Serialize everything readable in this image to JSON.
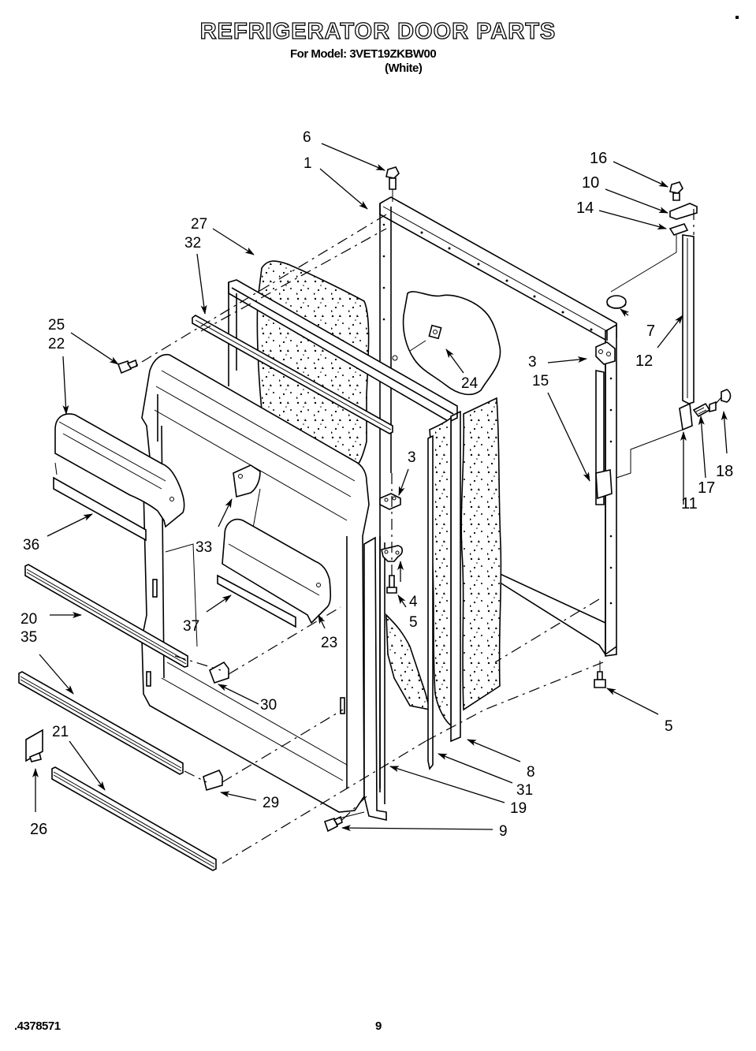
{
  "header": {
    "title": "REFRIGERATOR DOOR PARTS",
    "model_line": "For Model: 3VET19ZKBW00",
    "color_note": "(White)"
  },
  "footer": {
    "document_number": ".4378571",
    "page_number": "9"
  },
  "diagram": {
    "description": "Exploded view of refrigerator door assembly",
    "callouts": [
      {
        "id": "c6",
        "label": "6"
      },
      {
        "id": "c1",
        "label": "1"
      },
      {
        "id": "c16",
        "label": "16"
      },
      {
        "id": "c10",
        "label": "10"
      },
      {
        "id": "c14",
        "label": "14"
      },
      {
        "id": "c27",
        "label": "27"
      },
      {
        "id": "c32",
        "label": "32"
      },
      {
        "id": "c7",
        "label": "7"
      },
      {
        "id": "c12",
        "label": "12"
      },
      {
        "id": "c25",
        "label": "25"
      },
      {
        "id": "c22",
        "label": "22"
      },
      {
        "id": "c24",
        "label": "24"
      },
      {
        "id": "c3a",
        "label": "3"
      },
      {
        "id": "c15",
        "label": "15"
      },
      {
        "id": "c18",
        "label": "18"
      },
      {
        "id": "c17",
        "label": "17"
      },
      {
        "id": "c11",
        "label": "11"
      },
      {
        "id": "c3b",
        "label": "3"
      },
      {
        "id": "c36",
        "label": "36"
      },
      {
        "id": "c33",
        "label": "33"
      },
      {
        "id": "c4",
        "label": "4"
      },
      {
        "id": "c5a",
        "label": "5"
      },
      {
        "id": "c20",
        "label": "20"
      },
      {
        "id": "c35",
        "label": "35"
      },
      {
        "id": "c37",
        "label": "37"
      },
      {
        "id": "c23",
        "label": "23"
      },
      {
        "id": "c30",
        "label": "30"
      },
      {
        "id": "c5b",
        "label": "5"
      },
      {
        "id": "c21",
        "label": "21"
      },
      {
        "id": "c8",
        "label": "8"
      },
      {
        "id": "c31",
        "label": "31"
      },
      {
        "id": "c29",
        "label": "29"
      },
      {
        "id": "c19",
        "label": "19"
      },
      {
        "id": "c26",
        "label": "26"
      },
      {
        "id": "c9",
        "label": "9"
      }
    ]
  }
}
